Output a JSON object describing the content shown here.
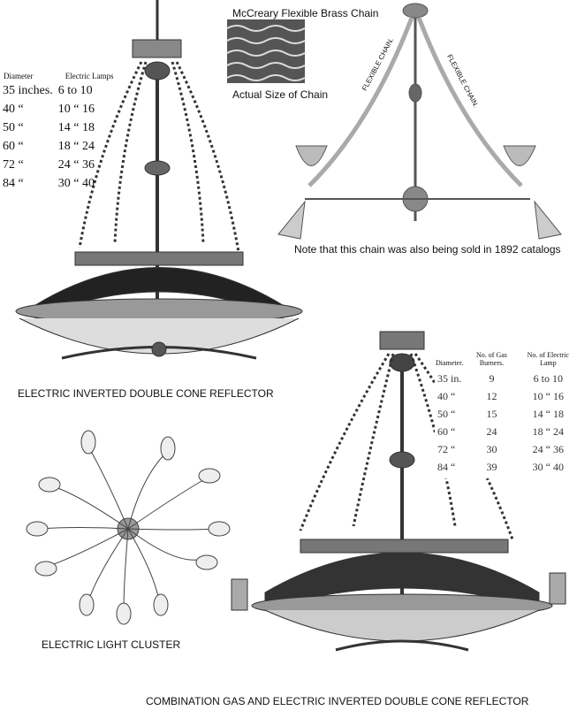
{
  "captions": {
    "chain_title": "McCreary Flexible Brass Chain",
    "chain_size": "Actual Size of Chain",
    "chain_label_left": "FLEXIBLE CHAIN.",
    "chain_label_right": "FLEXIBLE CHAIN.",
    "chain_note": "Note that this chain was also being sold in 1892 catalogs",
    "electric_reflector": "ELECTRIC INVERTED DOUBLE CONE REFLECTOR",
    "light_cluster": "ELECTRIC LIGHT CLUSTER",
    "combination_reflector": "COMBINATION GAS AND ELECTRIC INVERTED DOUBLE CONE REFLECTOR"
  },
  "electric_table": {
    "headers": [
      "Diameter",
      "Electric Lamps"
    ],
    "rows": [
      [
        "35 inches.",
        "6 to 10"
      ],
      [
        "40 “",
        "10 “ 16"
      ],
      [
        "50 “",
        "14 “ 18"
      ],
      [
        "60 “",
        "18 “ 24"
      ],
      [
        "72 “",
        "24 “ 36"
      ],
      [
        "84 “",
        "30 “ 40"
      ]
    ]
  },
  "combination_table": {
    "headers": [
      "Diameter.",
      "No. of Gas Burners.",
      "No. of Electric Lamp"
    ],
    "rows": [
      [
        "35 in.",
        "9",
        "6 to 10"
      ],
      [
        "40 “",
        "12",
        "10 “ 16"
      ],
      [
        "50 “",
        "15",
        "14 “ 18"
      ],
      [
        "60 “",
        "24",
        "18 “ 24"
      ],
      [
        "72 “",
        "30",
        "24 “ 36"
      ],
      [
        "84 “",
        "39",
        "30 “ 40"
      ]
    ]
  }
}
